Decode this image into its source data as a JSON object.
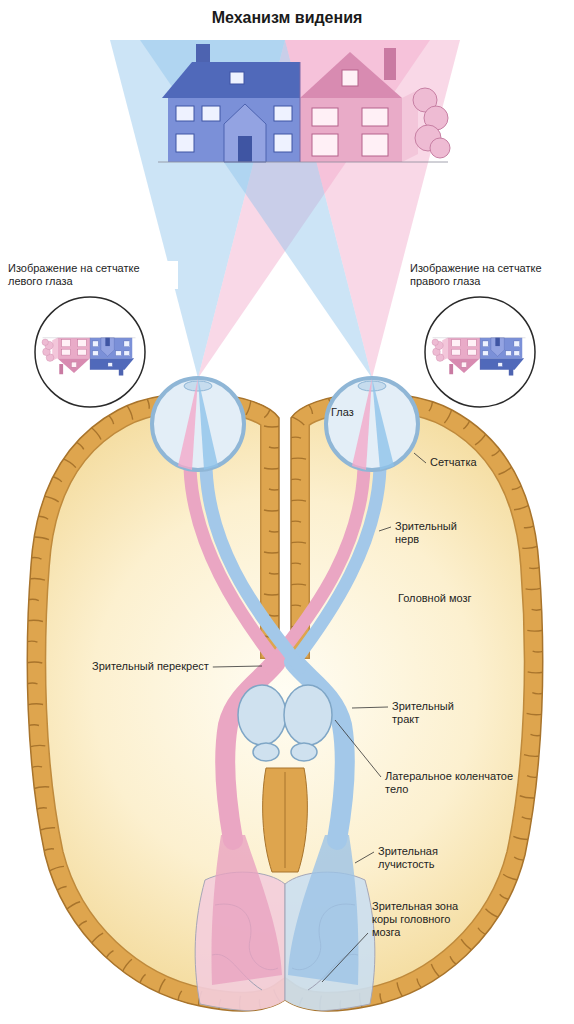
{
  "diagram": {
    "title": "Механизм видения",
    "nodes": [
      {
        "text": [
          "Изображение на сетчатке левого глаза"
        ]
      },
      {
        "text": [
          "Изображение на сетчатке правого глаза"
        ]
      }
    ],
    "labels": [
      "Глаз",
      "Сетчатка",
      "Зрительный нерв",
      "Головной мозг",
      "Зрительный перекрест",
      "Зрительный тракт",
      "Латеральное коленчатое тело",
      "Зрительная лучистость",
      "Зрительная зона коры головного мозга"
    ]
  }
}
